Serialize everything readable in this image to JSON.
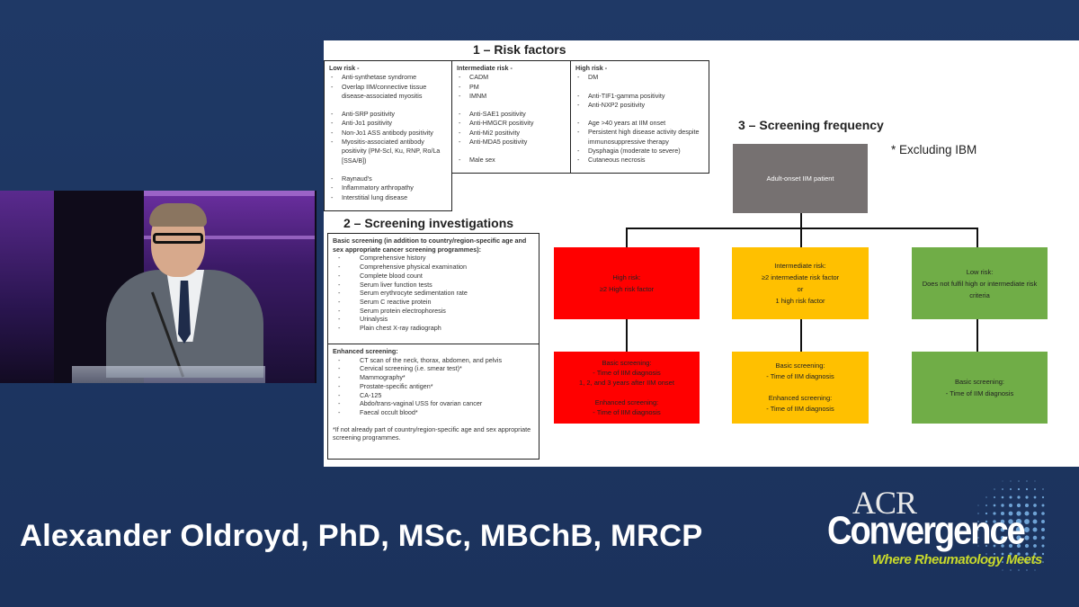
{
  "colors": {
    "background": "#1e3560",
    "high_risk": "#ff0000",
    "intermediate_risk": "#ffc000",
    "low_risk": "#70ad47",
    "patient_box": "#767171",
    "tagline": "#c8d92b"
  },
  "slide": {
    "section1_title": "1 – Risk factors",
    "section2_title": "2 – Screening investigations",
    "section3_title": "3 – Screening frequency",
    "note": "* Excluding IBM",
    "risk_factors": {
      "low": {
        "title": "Low risk -",
        "items": [
          "Anti-synthetase syndrome",
          "Overlap IIM/connective tissue disease-associated myositis",
          "",
          "Anti-SRP positivity",
          "Anti-Jo1 positivity",
          "Non-Jo1 ASS antibody positivity",
          "Myositis-associated antibody positivity (PM-Scl, Ku, RNP, Ro/La [SSA/B])",
          "",
          "Raynaud's",
          "Inflammatory arthropathy",
          "Interstitial lung disease"
        ]
      },
      "intermediate": {
        "title": "Intermediate risk -",
        "items": [
          "CADM",
          "PM",
          "IMNM",
          "",
          "Anti-SAE1 positivity",
          "Anti-HMGCR positivity",
          "Anti-Mi2 positivity",
          "Anti-MDA5 positivity",
          "",
          "Male sex"
        ]
      },
      "high": {
        "title": "High risk -",
        "items": [
          "DM",
          "",
          "Anti-TIF1-gamma positivity",
          "Anti-NXP2 positivity",
          "",
          "Age >40 years at IIM onset",
          "Persistent high disease activity despite immunosuppressive therapy",
          "Dysphagia (moderate to severe)",
          "Cutaneous necrosis"
        ]
      }
    },
    "investigations": {
      "basic_title": "Basic screening (in addition to country/region-specific age and sex appropriate cancer screening programmes):",
      "basic_items": [
        "Comprehensive history",
        "Comprehensive physical examination",
        "Complete blood count",
        "Serum liver function tests",
        "Serum erythrocyte sedimentation rate",
        "Serum C reactive protein",
        "Serum protein electrophoresis",
        "Urinalysis",
        "Plain chest X-ray radiograph"
      ],
      "enhanced_title": "Enhanced screening:",
      "enhanced_items": [
        "CT scan of the neck, thorax, abdomen, and pelvis",
        "Cervical screening (i.e. smear test)*",
        "Mammography*",
        "Prostate-specific antigen*",
        "CA-125",
        "Abdo/trans-vaginal USS for ovarian cancer",
        "Faecal occult blood*"
      ],
      "footnote": "*If not already part of country/region-specific age and sex appropriate screening programmes."
    },
    "flow": {
      "patient": "Adult-onset IIM patient",
      "high_line1": "High risk:",
      "high_line2": "≥2 High risk factor",
      "int_line1": "Intermediate risk:",
      "int_line2": "≥2 intermediate risk factor",
      "int_line3": "or",
      "int_line4": "1 high risk factor",
      "low_line1": "Low risk:",
      "low_line2": "Does not fulfil high or intermediate risk criteria",
      "high_freq": [
        "Basic screening:",
        "- Time of IIM diagnosis",
        "1, 2, and 3 years after IIM onset",
        "",
        "Enhanced screening:",
        "- Time of IIM diagnosis"
      ],
      "int_freq": [
        "Basic screening:",
        "- Time of IIM diagnosis",
        "",
        "Enhanced screening:",
        "- Time of IIM diagnosis"
      ],
      "low_freq": [
        "Basic screening:",
        "- Time of IIM diagnosis"
      ]
    }
  },
  "speaker_caption": "Alexander Oldroyd, PhD, MSc, MBChB, MRCP",
  "logo": {
    "acr": "ACR",
    "convergence": "Convergence",
    "tagline": "Where Rheumatology Meets",
    "icon": "halftone-dots-icon"
  },
  "video": {
    "icon": "speaker-video-feed"
  }
}
